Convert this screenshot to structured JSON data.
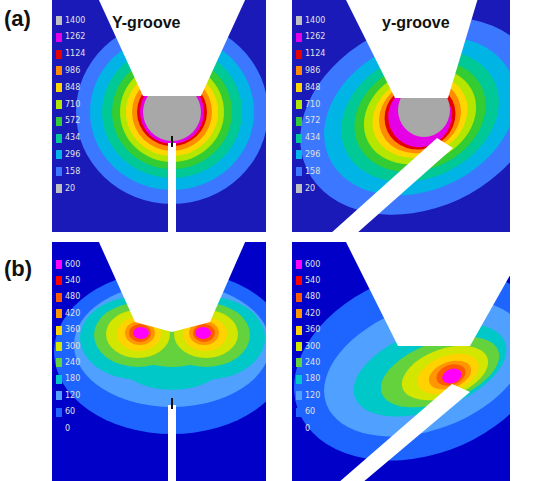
{
  "diagram": {
    "labels": [
      "(a)",
      "Y-groove",
      "y-groove",
      "(b)"
    ],
    "legend": [
      {
        "text": "1400",
        "color": "#c0c0c0"
      },
      {
        "text": "1262",
        "color": "#e600e6"
      },
      {
        "text": "1124",
        "color": "#e60000"
      },
      {
        "text": "986",
        "color": "#ff8c00"
      },
      {
        "text": "848",
        "color": "#ffd700"
      },
      {
        "text": "710",
        "color": "#b4e600"
      },
      {
        "text": "572",
        "color": "#33cc33"
      },
      {
        "text": "434",
        "color": "#00c896"
      },
      {
        "text": "296",
        "color": "#00b4e6"
      },
      {
        "text": "158",
        "color": "#3c78ff"
      },
      {
        "text": "20",
        "color": "#c0c0c0"
      },
      {
        "text": "1400",
        "color": "#c0c0c0"
      },
      {
        "text": "1262",
        "color": "#e600e6"
      },
      {
        "text": "1124",
        "color": "#e60000"
      },
      {
        "text": "986",
        "color": "#ff8c00"
      },
      {
        "text": "848",
        "color": "#ffd700"
      },
      {
        "text": "710",
        "color": "#b4e600"
      },
      {
        "text": "572",
        "color": "#33cc33"
      },
      {
        "text": "434",
        "color": "#00c896"
      },
      {
        "text": "296",
        "color": "#00b4e6"
      },
      {
        "text": "158",
        "color": "#3c78ff"
      },
      {
        "text": "20",
        "color": "#c0c0c0"
      },
      {
        "text": "600",
        "color": "#ff00ff"
      },
      {
        "text": "540",
        "color": "#ff0000"
      },
      {
        "text": "480",
        "color": "#ff5a00"
      },
      {
        "text": "420",
        "color": "#ff9600"
      },
      {
        "text": "360",
        "color": "#ffd200"
      },
      {
        "text": "300",
        "color": "#d2e600"
      },
      {
        "text": "240",
        "color": "#64d23c"
      },
      {
        "text": "180",
        "color": "#00c8c8"
      },
      {
        "text": "120",
        "color": "#50a0ff"
      },
      {
        "text": "60",
        "color": "#1e64ff"
      },
      {
        "text": "0",
        "color": "#0000c8"
      },
      {
        "text": "600",
        "color": "#ff00ff"
      },
      {
        "text": "540",
        "color": "#ff0000"
      },
      {
        "text": "480",
        "color": "#ff5a00"
      },
      {
        "text": "420",
        "color": "#ff9600"
      },
      {
        "text": "360",
        "color": "#ffd200"
      },
      {
        "text": "300",
        "color": "#d2e600"
      },
      {
        "text": "240",
        "color": "#64d23c"
      },
      {
        "text": "180",
        "color": "#00c8c8"
      },
      {
        "text": "120",
        "color": "#50a0ff"
      },
      {
        "text": "60",
        "color": "#1e64ff"
      },
      {
        "text": "0",
        "color": "#0000c8"
      }
    ]
  }
}
